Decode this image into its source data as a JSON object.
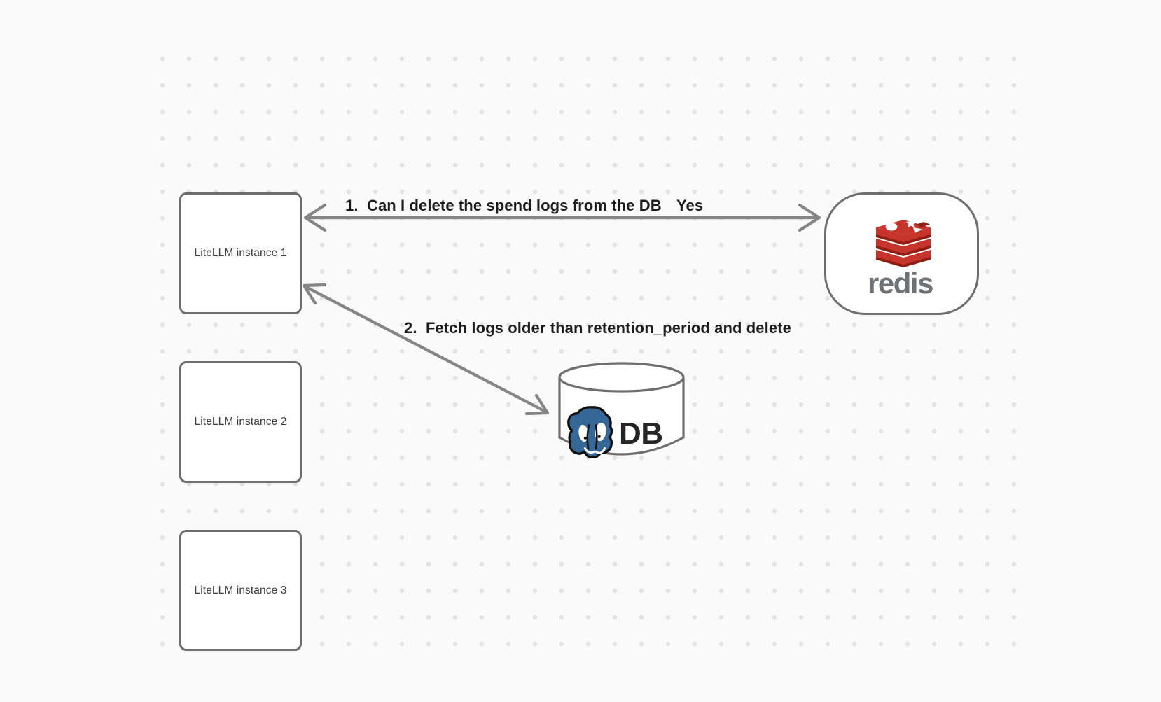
{
  "canvas": {
    "background_color": "#fafafa",
    "dot_color": "#e3e3e3",
    "node_stroke_color": "#6e6e6e",
    "arrow_color": "#858585"
  },
  "nodes": {
    "litellm_instances": [
      {
        "label": "LiteLLM instance 1"
      },
      {
        "label": "LiteLLM instance 2"
      },
      {
        "label": "LiteLLM instance 3"
      }
    ],
    "redis": {
      "wordmark": "redis",
      "icon": "redis-logo",
      "logo_red": "#c6342b",
      "logo_dark_red": "#8e1d12",
      "wordmark_color": "#6f7274"
    },
    "database": {
      "label": "DB",
      "icon": "postgresql-elephant-logo",
      "postgres_blue": "#356896"
    }
  },
  "edges": [
    {
      "id": "instance1-redis",
      "label": "1.  Can I delete the spend logs from the DB",
      "response": "Yes",
      "arrowheads": "both"
    },
    {
      "id": "instance1-db",
      "label": "2.  Fetch logs older than retention_period and delete",
      "arrowheads": "both"
    }
  ]
}
